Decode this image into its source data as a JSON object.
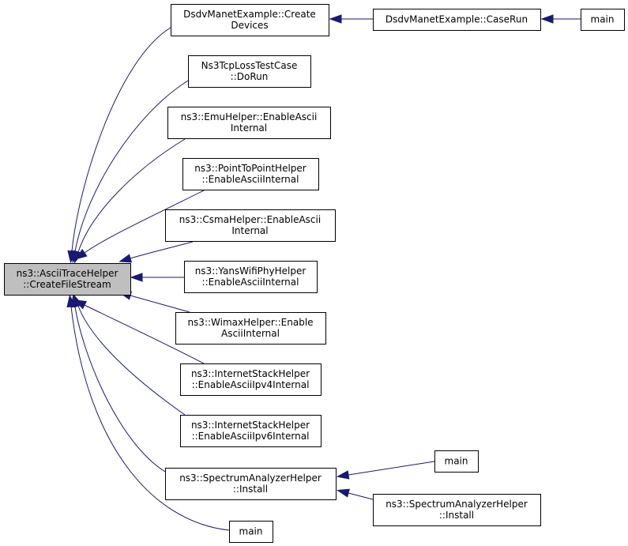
{
  "graph": {
    "type": "caller-graph",
    "edge_color": "#191970",
    "focus_fill": "#bfbfbf",
    "nodes": [
      {
        "id": "n0",
        "lines": [
          "ns3::AsciiTraceHelper",
          "::CreateFileStream"
        ],
        "focus": true
      },
      {
        "id": "n1",
        "lines": [
          "DsdvManetExample::Create",
          "Devices"
        ]
      },
      {
        "id": "n2",
        "lines": [
          "DsdvManetExample::CaseRun"
        ]
      },
      {
        "id": "n3",
        "lines": [
          "main"
        ]
      },
      {
        "id": "n4",
        "lines": [
          "Ns3TcpLossTestCase",
          "::DoRun"
        ]
      },
      {
        "id": "n5",
        "lines": [
          "ns3::EmuHelper::EnableAscii",
          "Internal"
        ]
      },
      {
        "id": "n6",
        "lines": [
          "ns3::PointToPointHelper",
          "::EnableAsciiInternal"
        ]
      },
      {
        "id": "n7",
        "lines": [
          "ns3::CsmaHelper::EnableAscii",
          "Internal"
        ]
      },
      {
        "id": "n8",
        "lines": [
          "ns3::YansWifiPhyHelper",
          "::EnableAsciiInternal"
        ]
      },
      {
        "id": "n9",
        "lines": [
          "ns3::WimaxHelper::Enable",
          "AsciiInternal"
        ]
      },
      {
        "id": "n10",
        "lines": [
          "ns3::InternetStackHelper",
          "::EnableAsciiIpv4Internal"
        ]
      },
      {
        "id": "n11",
        "lines": [
          "ns3::InternetStackHelper",
          "::EnableAsciiIpv6Internal"
        ]
      },
      {
        "id": "n12",
        "lines": [
          "ns3::SpectrumAnalyzerHelper",
          "::Install"
        ]
      },
      {
        "id": "n13",
        "lines": [
          "main"
        ]
      },
      {
        "id": "n14",
        "lines": [
          "ns3::SpectrumAnalyzerHelper",
          "::Install"
        ]
      },
      {
        "id": "n15",
        "lines": [
          "main"
        ]
      }
    ],
    "edges": [
      {
        "from": "n1",
        "to": "n0"
      },
      {
        "from": "n4",
        "to": "n0"
      },
      {
        "from": "n5",
        "to": "n0"
      },
      {
        "from": "n6",
        "to": "n0"
      },
      {
        "from": "n7",
        "to": "n0"
      },
      {
        "from": "n8",
        "to": "n0"
      },
      {
        "from": "n9",
        "to": "n0"
      },
      {
        "from": "n10",
        "to": "n0"
      },
      {
        "from": "n11",
        "to": "n0"
      },
      {
        "from": "n12",
        "to": "n0"
      },
      {
        "from": "n15",
        "to": "n0"
      },
      {
        "from": "n2",
        "to": "n1"
      },
      {
        "from": "n3",
        "to": "n2"
      },
      {
        "from": "n13",
        "to": "n12"
      },
      {
        "from": "n14",
        "to": "n12"
      }
    ]
  }
}
